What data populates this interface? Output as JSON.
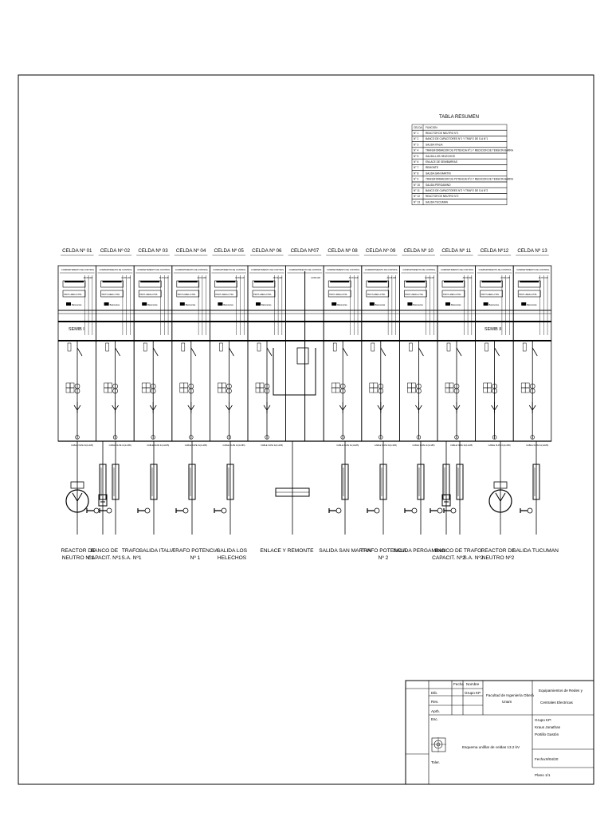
{
  "summary": {
    "title": "TABLA RESUMEN",
    "header": [
      "CELDA",
      "FUNCION"
    ],
    "rows": [
      {
        "cell": "N° 1",
        "fn": "REACTOR DE NEUTRO N°1"
      },
      {
        "cell": "N° 2",
        "fn": "BANCO DE CAPACITORES N°1 Y TRAFO DE S.A N°1"
      },
      {
        "cell": "N° 3",
        "fn": "SALIDA ITALIA"
      },
      {
        "cell": "N° 4",
        "fn": "TRANSFORMADOR DE POTENCIA N°1 Y MEDICION DE TENSION BARRA"
      },
      {
        "cell": "N° 5",
        "fn": "SALIDA LOS HELECHOS"
      },
      {
        "cell": "N° 6",
        "fn": "ENLACE DE SEMIBARRAS"
      },
      {
        "cell": "N° 7",
        "fn": "REMONTE"
      },
      {
        "cell": "N° 8",
        "fn": "SALIDA SAN MARTIN"
      },
      {
        "cell": "N° 9",
        "fn": "TRANSFORMADOR DE POTENCIA N°2 Y MEDICION DE TENSION BARRA"
      },
      {
        "cell": "N° 10",
        "fn": "SALIDA PERGAMINO"
      },
      {
        "cell": "N° 11",
        "fn": "BANCO DE CAPACITORES N°2 Y TRAFO DE S.A N°2"
      },
      {
        "cell": "N° 12",
        "fn": "REACTOR DE NEUTRO N°2"
      },
      {
        "cell": "N° 13",
        "fn": "SALIDA TUCUMAN"
      }
    ]
  },
  "cells": [
    {
      "title": "CELDA Nº 01"
    },
    {
      "title": "CELDA Nº 02"
    },
    {
      "title": "CELDA Nº 03"
    },
    {
      "title": "CELDA Nº 04"
    },
    {
      "title": "CELDA Nº 05"
    },
    {
      "title": "CELDA Nº 06"
    },
    {
      "title": "CELDA Nº07"
    },
    {
      "title": "CELDA Nº 08"
    },
    {
      "title": "CELDA Nº 09"
    },
    {
      "title": "CELDA Nº 10"
    },
    {
      "title": "CELDA Nº 11"
    },
    {
      "title": "CELDA Nº12"
    },
    {
      "title": "CELDA Nº 13"
    }
  ],
  "semibars": {
    "left": "SEMIB I",
    "right": "SEMIB II"
  },
  "cell_texts": {
    "compartment": "COMPARTIMIENTO DE CONTROL",
    "auxiliary": "AUXILIAR",
    "protection": "PROT+MED+CTRL",
    "shutters": "Batonerias",
    "cable": "CABLE XLPE 3x(1x185)"
  },
  "outputs": [
    {
      "line1": "REACTOR DE",
      "line2": "NEUTRO Nº1"
    },
    {
      "line1": "BANCO DE",
      "line2": "CAPACIT. Nº1"
    },
    {
      "line1": "TRAFO.",
      "line2": "S.A. Nº1"
    },
    {
      "line1": "SALIDA ITALIA",
      "line2": ""
    },
    {
      "line1": "TRAFO POTENCIA",
      "line2": "Nº 1"
    },
    {
      "line1": "SALIDA LOS",
      "line2": "HELECHOS"
    },
    {
      "line1": "ENLACE Y REMONTE",
      "line2": ""
    },
    {
      "line1": "SALIDA SAN MARTIN",
      "line2": ""
    },
    {
      "line1": "TRAFO POTENCIA",
      "line2": "Nº 2"
    },
    {
      "line1": "SALIDA PERGAMINO",
      "line2": ""
    },
    {
      "line1": "BANCO DE",
      "line2": "CAPACIT. Nº2"
    },
    {
      "line1": "TRAFO.",
      "line2": "S.A. Nº2"
    },
    {
      "line1": "REACTOR DE",
      "line2": "NEUTRO Nº2"
    },
    {
      "line1": "SALIDA TUCUMAN",
      "line2": ""
    }
  ],
  "title_block": {
    "col_fecha": "Fecha",
    "col_nombre": "Nombre",
    "dib": "Dib.",
    "rev": "Rev.",
    "aprb": "Aprb.",
    "esc": "Esc.",
    "toler": "Toler.",
    "group": "Grupo KP",
    "faculty_1": "Facultad de Ingeniería Oberá",
    "faculty_2": "Unam",
    "course_1": "Equipamientos de Redes y",
    "course_2": "Centrales Electricas",
    "team_1": "Grupo KP:",
    "team_2": "Kraus Jonathan",
    "team_3": "Portillo Gastón",
    "drawing_title": "Esquema unifilar de celdas 13.2 kV",
    "date": "Fecha:9/04/20",
    "sheet": "Plano 1/1"
  }
}
